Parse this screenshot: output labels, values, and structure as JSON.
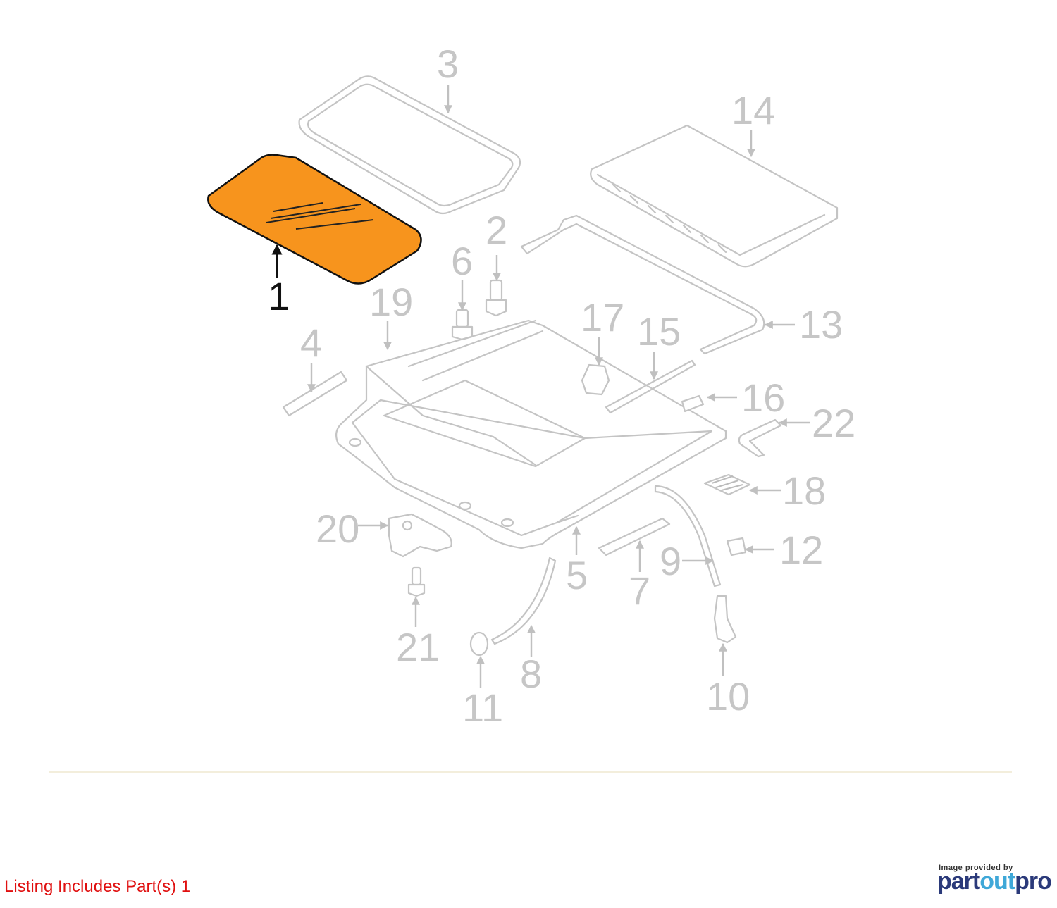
{
  "footer": {
    "listing_text": "Listing Includes Part(s) 1",
    "credit_caption": "Image provided by",
    "logo_part": "part",
    "logo_out": "out",
    "logo_pro": "pro"
  },
  "diagram": {
    "highlight_color": "#F7941D",
    "callouts": {
      "p1": "1",
      "p2": "2",
      "p3": "3",
      "p4": "4",
      "p5": "5",
      "p6": "6",
      "p7": "7",
      "p8": "8",
      "p9": "9",
      "p10": "10",
      "p11": "11",
      "p12": "12",
      "p13": "13",
      "p14": "14",
      "p15": "15",
      "p16": "16",
      "p17": "17",
      "p18": "18",
      "p19": "19",
      "p20": "20",
      "p21": "21",
      "p22": "22"
    }
  }
}
